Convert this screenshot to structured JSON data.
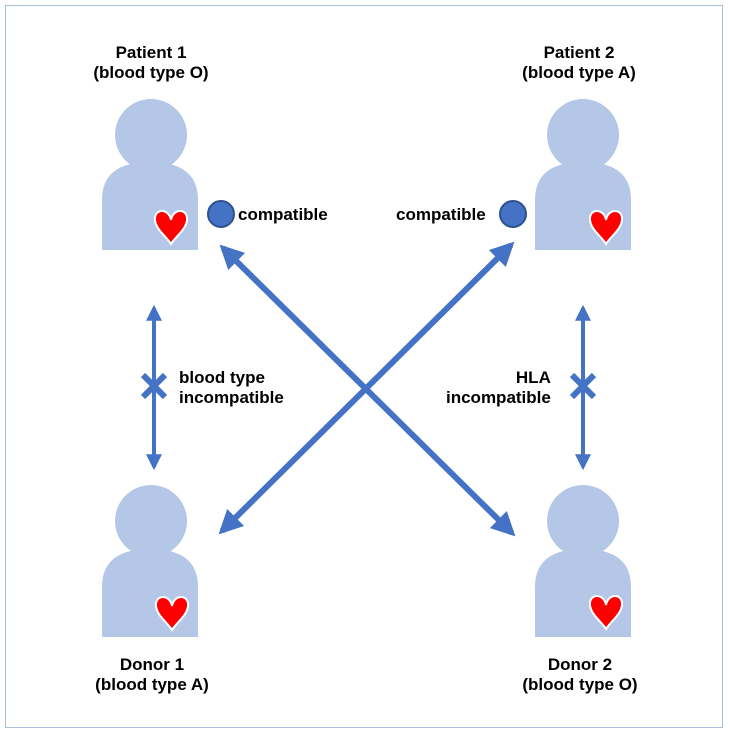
{
  "patient1": {
    "name": "Patient 1",
    "blood": "(blood type O)"
  },
  "patient2": {
    "name": "Patient 2",
    "blood": "(blood type A)"
  },
  "donor1": {
    "name": "Donor 1",
    "blood": "(blood type A)"
  },
  "donor2": {
    "name": "Donor 2",
    "blood": "(blood type O)"
  },
  "left_pair": {
    "line1": "blood type",
    "line2": "incompatible"
  },
  "right_pair": {
    "line1": "HLA",
    "line2": "incompatible"
  },
  "cross": {
    "left_compatible": "compatible",
    "right_compatible": "compatible"
  },
  "colors": {
    "person_fill": "#b4c7e7",
    "arrow": "#4472c4",
    "heart": "#ff0000",
    "frame_border": "#a9bfd8"
  }
}
